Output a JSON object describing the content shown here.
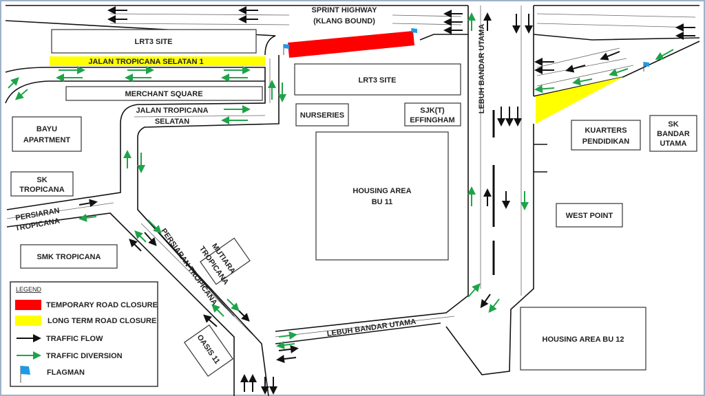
{
  "colors": {
    "temporary_closure": "#ff0000",
    "long_term_closure": "#ffff00",
    "traffic_flow": "#000000",
    "traffic_diversion": "#1fa34a",
    "flagman": "#1e9be8"
  },
  "roads": {
    "sprint_highway_1": "SPRINT HIGHWAY",
    "sprint_highway_2": "(KLANG BOUND)",
    "jalan_tropicana_selatan_1": "JALAN TROPICANA SELATAN 1",
    "jalan_tropicana_selatan_a": "JALAN TROPICANA",
    "jalan_tropicana_selatan_b": "SELATAN",
    "lebuh_bandar_utama_vertical": "LEBUH BANDAR UTAMA",
    "lebuh_bandar_utama_bottom": "LEBUH BANDAR UTAMA",
    "persiaran_tropicana_left_a": "PERSIARAN",
    "persiaran_tropicana_left_b": "TROPICANA",
    "persiaran_tropicana_diag": "PERSIARAN TROPICANA"
  },
  "places": {
    "lrt3_site_1": "LRT3 SITE",
    "merchant_square": "MERCHANT SQUARE",
    "lrt3_site_2": "LRT3 SITE",
    "nurseries": "NURSERIES",
    "sjkt_a": "SJK(T)",
    "sjkt_b": "EFFINGHAM",
    "bayu_a": "BAYU",
    "bayu_b": "APARTMENT",
    "sk_tropicana_a": "SK",
    "sk_tropicana_b": "TROPICANA",
    "housing_bu11_a": "HOUSING AREA",
    "housing_bu11_b": "BU 11",
    "smk_tropicana": "SMK TROPICANA",
    "mutiara_a": "MUTIARA",
    "mutiara_b": "TROPICANA",
    "oasis": "OASIS 11",
    "kuarters_a": "KUARTERS",
    "kuarters_b": "PENDIDIKAN",
    "sk_bu_a": "SK",
    "sk_bu_b": "BANDAR",
    "sk_bu_c": "UTAMA",
    "west_point": "WEST POINT",
    "housing_bu12": "HOUSING AREA BU 12"
  },
  "legend": {
    "title": "LEGEND",
    "items": [
      {
        "label": "TEMPORARY ROAD CLOSURE",
        "symbol": "red-box"
      },
      {
        "label": "LONG TERM ROAD CLOSURE",
        "symbol": "yellow-box"
      },
      {
        "label": "TRAFFIC FLOW",
        "symbol": "black-arrow"
      },
      {
        "label": "TRAFFIC DIVERSION",
        "symbol": "green-arrow"
      },
      {
        "label": "FLAGMAN",
        "symbol": "blue-flag"
      }
    ]
  }
}
